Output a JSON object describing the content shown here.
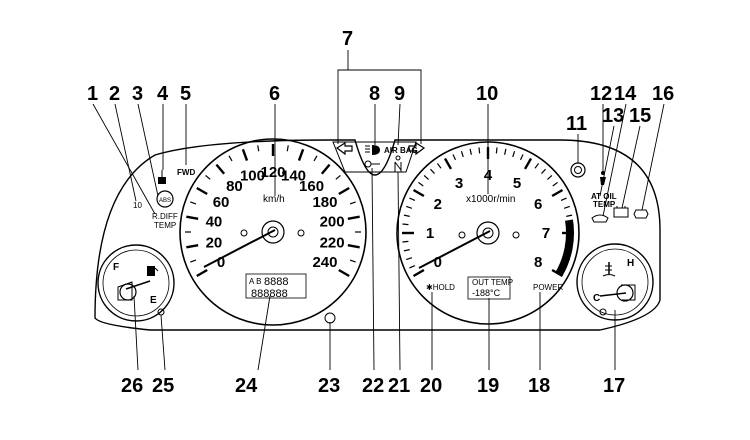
{
  "callouts_top": [
    "1",
    "2",
    "3",
    "4",
    "5",
    "6",
    "7",
    "8",
    "9",
    "10",
    "11",
    "12",
    "13",
    "14",
    "15",
    "16"
  ],
  "callouts_bottom": [
    "26",
    "25",
    "24",
    "23",
    "22",
    "21",
    "20",
    "19",
    "18",
    "17"
  ],
  "speedometer": {
    "unit": "km/h",
    "scale": [
      "0",
      "20",
      "40",
      "60",
      "80",
      "100",
      "120",
      "140",
      "160",
      "180",
      "200",
      "220",
      "240"
    ]
  },
  "tachometer": {
    "unit": "x1000r/min",
    "scale": [
      "0",
      "1",
      "2",
      "3",
      "4",
      "5",
      "6",
      "7",
      "8"
    ]
  },
  "fuel_gauge": {
    "full": "F",
    "empty": "E"
  },
  "temp_gauge": {
    "hot": "H",
    "cold": "C"
  },
  "indicators": {
    "rdiff_line1": "R.DIFF",
    "rdiff_line2": "TEMP",
    "ten": "10",
    "abs": "ABS",
    "fwd": "FWD",
    "airbag": "AIR BAG",
    "at_oil_line1": "AT OIL",
    "at_oil_line2": "TEMP",
    "hold": "✱HOLD",
    "power": "POWER",
    "out_temp": "OUT TEMP",
    "out_temp_value": "-188°C",
    "odo_top": "8888",
    "odo_bottom": "888888",
    "odo_ab": "A B"
  }
}
